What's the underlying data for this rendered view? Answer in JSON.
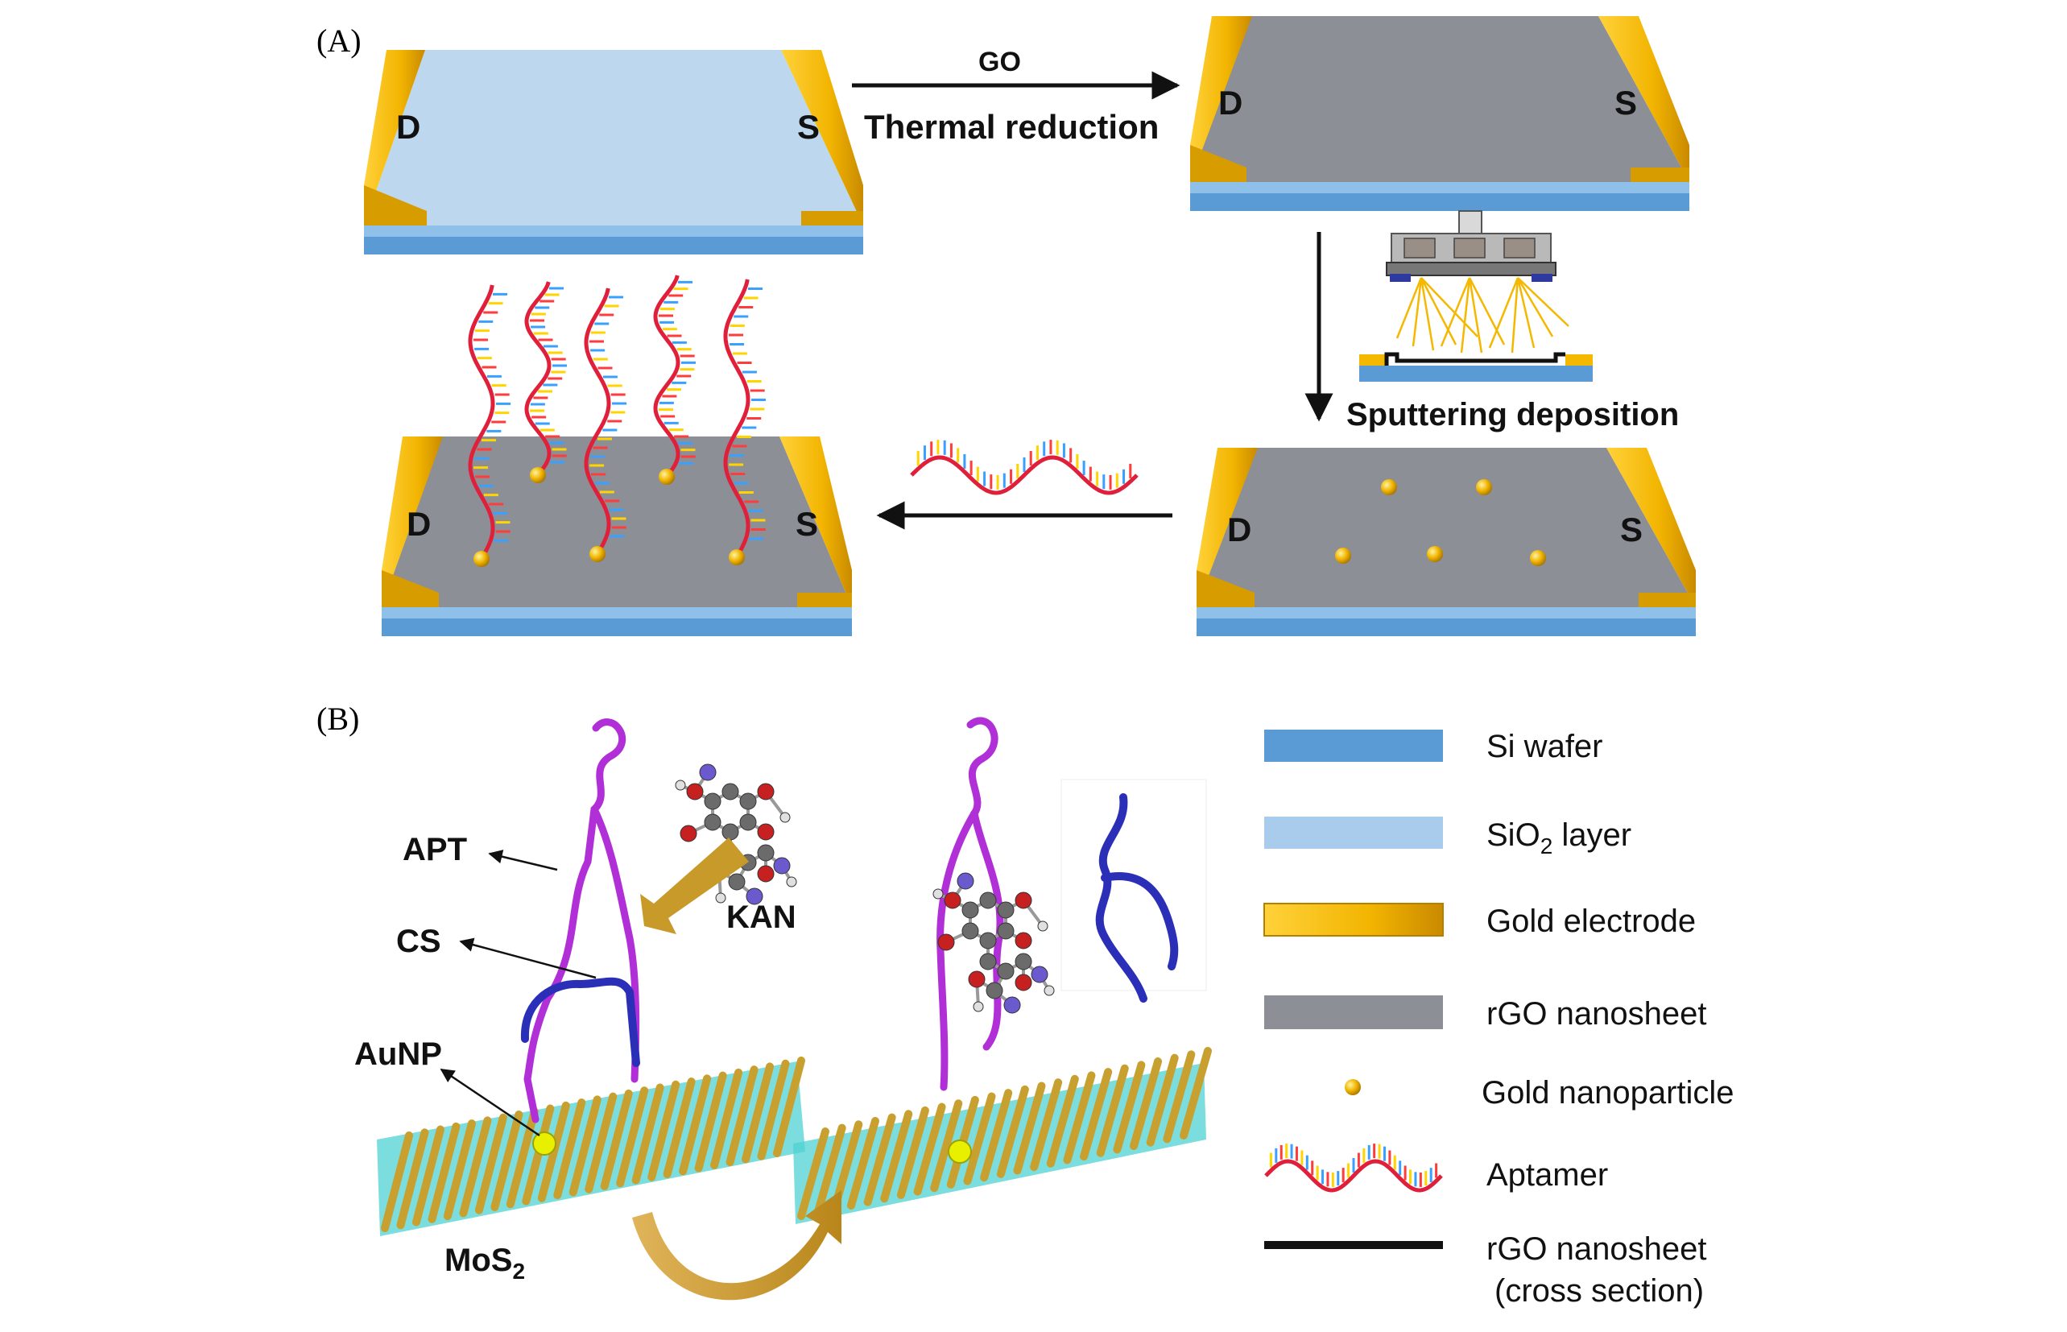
{
  "panels": {
    "a": "(A)",
    "b": "(B)"
  },
  "electrodes": {
    "drain": "D",
    "source": "S"
  },
  "steps": {
    "go": "GO",
    "thermal": "Thermal reduction",
    "sputtering": "Sputtering deposition"
  },
  "molecules": {
    "apt": "APT",
    "cs": "CS",
    "aunp": "AuNP",
    "kan": "KAN",
    "mos2_base": "MoS",
    "mos2_sub": "2"
  },
  "legend": {
    "si_wafer": "Si wafer",
    "sio2_base": "SiO",
    "sio2_sub": "2",
    "sio2_rest": " layer",
    "gold_electrode": "Gold electrode",
    "rgo": "rGO nanosheet",
    "gold_np": "Gold nanoparticle",
    "aptamer": "Aptamer",
    "rgo_cs_1": "rGO nanosheet",
    "rgo_cs_2": "(cross section)"
  },
  "colors": {
    "si_wafer": "#5b9bd5",
    "sio2": "#bdd7ee",
    "gold": "#f5b800",
    "rgo": "#8c8f96",
    "purple": "#b12fd6",
    "blue_strand": "#2b2fb8",
    "mos2_gold": "#c8a030",
    "mos2_cyan": "#4fd1d1",
    "arrow_gold": "#c89a2a"
  }
}
